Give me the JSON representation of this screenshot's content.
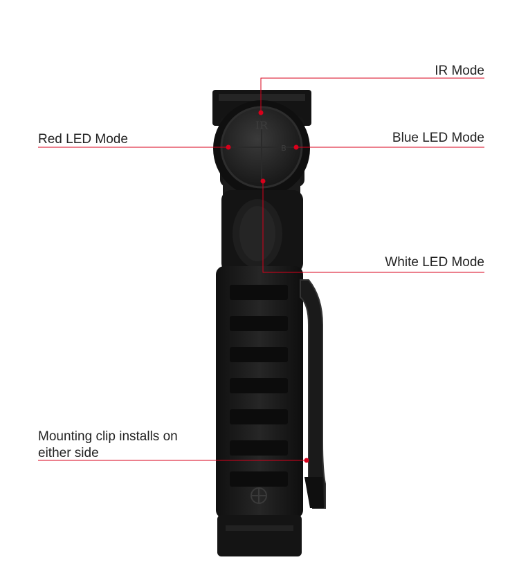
{
  "callouts": {
    "ir_mode": "IR Mode",
    "red_led_mode": "Red LED Mode",
    "blue_led_mode": "Blue LED Mode",
    "white_led_mode": "White LED Mode",
    "clip_line1": "Mounting clip installs on",
    "clip_line2": "either side"
  },
  "device": {
    "switch_top_marking": "IR",
    "switch_right_marking": "B"
  },
  "colors": {
    "callout_line": "#d9001b",
    "device_body": "#1a1a1a",
    "text": "#222222"
  }
}
